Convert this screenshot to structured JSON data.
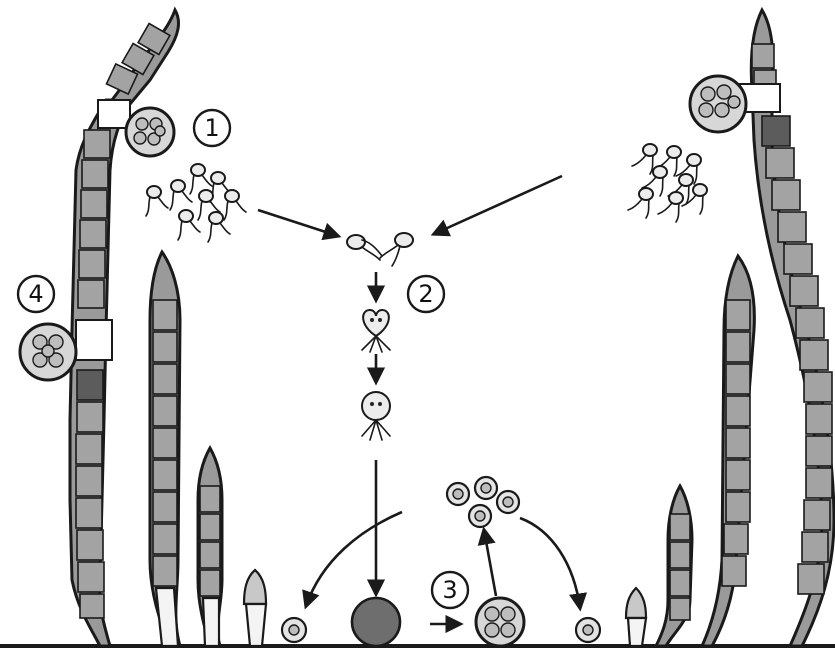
{
  "diagram": {
    "step_labels": [
      "1",
      "2",
      "3",
      "4"
    ]
  }
}
